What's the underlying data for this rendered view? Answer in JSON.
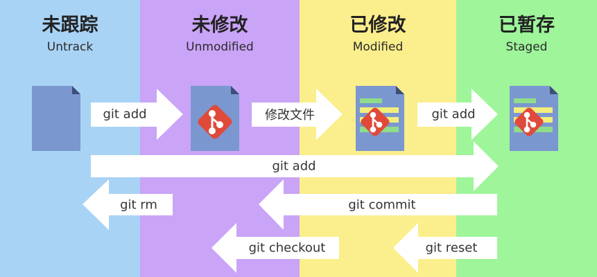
{
  "stages": [
    {
      "title": "未跟踪",
      "subtitle": "Untrack",
      "color": "#a9d3f5"
    },
    {
      "title": "未修改",
      "subtitle": "Unmodified",
      "color": "#c9a4f7"
    },
    {
      "title": "已修改",
      "subtitle": "Modified",
      "color": "#fbee8c"
    },
    {
      "title": "已暂存",
      "subtitle": "Staged",
      "color": "#9ef59a"
    }
  ],
  "arrows": {
    "add_1": "git add",
    "modify": "修改文件",
    "add_2": "git add",
    "add_long": "git add",
    "rm": "git rm",
    "commit": "git commit",
    "checkout": "git checkout",
    "reset": "git reset"
  },
  "icons": {
    "doc_color": "#7b97cf",
    "git_logo_color": "#e04a3b",
    "line_green": "#8fdc8a",
    "line_yellow": "#f1ee7c"
  }
}
